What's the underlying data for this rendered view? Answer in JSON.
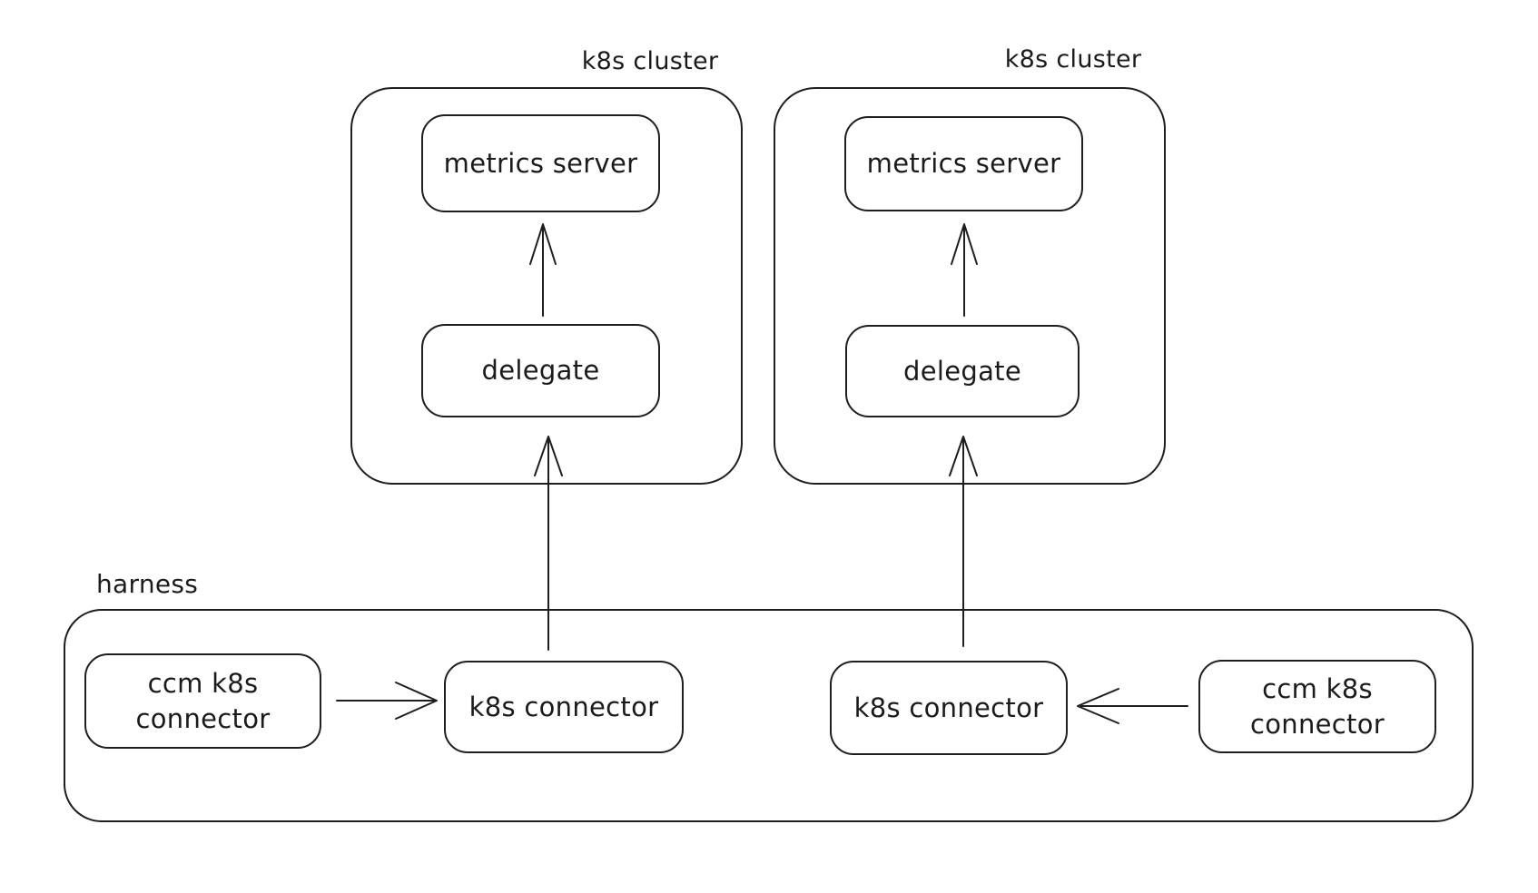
{
  "canvas": {
    "background": "#ffffff",
    "stroke_color": "#1e1e1e",
    "text_color": "#1b1b1b",
    "style": "hand-drawn whiteboard diagram"
  },
  "clusters": [
    {
      "label": "k8s cluster",
      "metrics_server": "metrics server",
      "delegate": "delegate"
    },
    {
      "label": "k8s cluster",
      "metrics_server": "metrics server",
      "delegate": "delegate"
    }
  ],
  "harness": {
    "label": "harness",
    "connectors": [
      {
        "label": "ccm k8s\nconnector"
      },
      {
        "label": "k8s connector"
      },
      {
        "label": "k8s connector"
      },
      {
        "label": "ccm k8s\nconnector"
      }
    ]
  },
  "edges": [
    {
      "from": "delegate (left k8s cluster)",
      "to": "metrics server (left k8s cluster)",
      "direction": "up"
    },
    {
      "from": "k8s connector (harness, left)",
      "to": "delegate (left k8s cluster)",
      "direction": "up"
    },
    {
      "from": "ccm k8s connector (harness, left)",
      "to": "k8s connector (harness, left)",
      "direction": "right"
    },
    {
      "from": "delegate (right k8s cluster)",
      "to": "metrics server (right k8s cluster)",
      "direction": "up"
    },
    {
      "from": "k8s connector (harness, right)",
      "to": "delegate (right k8s cluster)",
      "direction": "up"
    },
    {
      "from": "ccm k8s connector (harness, right)",
      "to": "k8s connector (harness, right)",
      "direction": "left"
    }
  ]
}
